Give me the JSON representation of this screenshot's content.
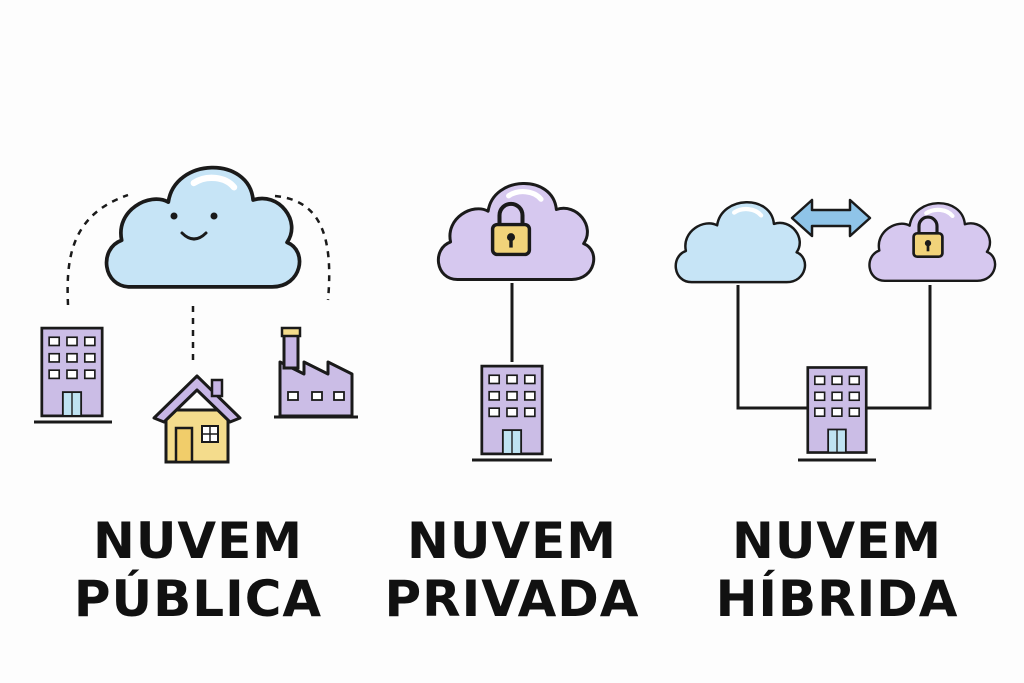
{
  "colors": {
    "background": "#fdfdfd",
    "cloud_blue": "#c6e4f6",
    "cloud_purple": "#d6c8ef",
    "building": "#cbbde6",
    "window": "#ffffff",
    "door": "#bfe3f2",
    "house": "#f4dc8c",
    "house_roof": "#c7b6e6",
    "lock": "#f1d37a",
    "arrow": "#8fc4e8",
    "outline": "#1a1a1a"
  },
  "panels": [
    {
      "id": "public",
      "title_line1": "NUVEM",
      "title_line2": "PÚBLICA",
      "cloud_color": "cloud_blue",
      "icons": [
        "smiling-cloud-icon",
        "office-building-icon",
        "house-icon",
        "factory-icon"
      ]
    },
    {
      "id": "private",
      "title_line1": "NUVEM",
      "title_line2": "PRIVADA",
      "cloud_color": "cloud_purple",
      "icons": [
        "locked-cloud-icon",
        "office-building-icon"
      ]
    },
    {
      "id": "hybrid",
      "title_line1": "NUVEM",
      "title_line2": "HÍBRIDA",
      "cloud_color": "cloud_blue",
      "icons": [
        "public-cloud-icon",
        "double-arrow-icon",
        "locked-cloud-icon",
        "office-building-icon"
      ]
    }
  ]
}
